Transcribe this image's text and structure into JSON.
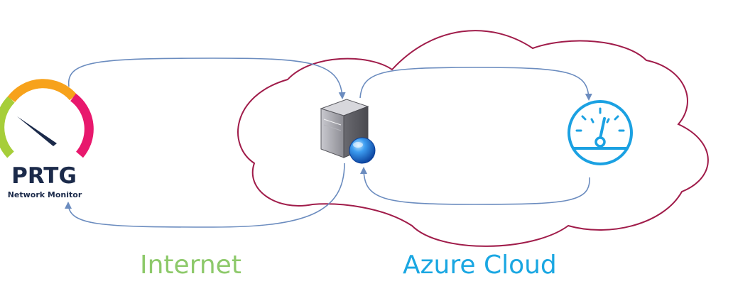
{
  "prtg": {
    "brand": "PRTG",
    "subtitle": "Network Monitor",
    "gauge_colors": [
      "#a6ce39",
      "#f7a21b",
      "#e8186d"
    ],
    "needle_color": "#1b2a4a"
  },
  "labels": {
    "internet": "Internet",
    "azure": "Azure Cloud"
  },
  "colors": {
    "internet_label": "#8dc96a",
    "azure_label": "#1aa7e2",
    "cloud_outline": "#a01c4a",
    "arrow": "#6b8cbf",
    "azure_monitor_icon": "#1ba1e2",
    "server_body": "#9a9aa0",
    "server_globe": "#1a6fd0"
  },
  "icons": [
    "prtg-gauge-icon",
    "server-icon",
    "azure-monitor-gauge-icon"
  ]
}
